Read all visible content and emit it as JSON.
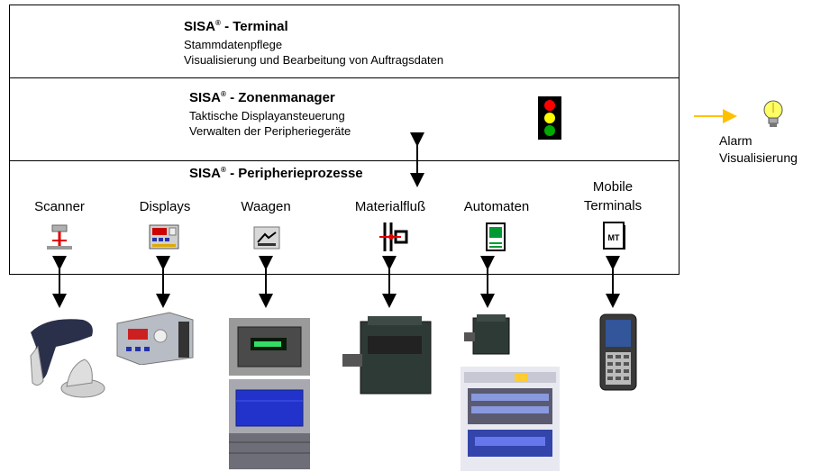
{
  "terminal": {
    "title": "SISA",
    "reg": "®",
    "suffix": " - Terminal",
    "lines": [
      "Stammdatenpflege",
      "Visualisierung und Bearbeitung von Auftragsdaten"
    ]
  },
  "zonen": {
    "title": "SISA",
    "reg": "®",
    "suffix": " -  Zonenmanager",
    "lines": [
      "Taktische Displayansteuerung",
      "Verwalten der Peripheriegeräte"
    ]
  },
  "peripherie": {
    "title": "SISA",
    "reg": "®",
    "suffix": " -  Peripherieprozesse"
  },
  "devices": [
    {
      "label": "Scanner",
      "icon": "scanner-icon"
    },
    {
      "label": "Displays",
      "icon": "display-icon"
    },
    {
      "label": "Waagen",
      "icon": "scale-icon"
    },
    {
      "label": "Materialfluß",
      "icon": "material-flow-icon"
    },
    {
      "label": "Automaten",
      "icon": "automat-icon"
    },
    {
      "label_line1": "Mobile",
      "label_line2": "Terminals",
      "icon": "mobile-terminal-icon",
      "icon_text": "MT"
    }
  ],
  "alarm": {
    "line1": "Alarm",
    "line2": "Visualisierung"
  },
  "colors": {
    "traffic_red": "#ff0000",
    "traffic_yellow": "#ffff00",
    "traffic_green": "#00aa00",
    "alarm_arrow": "#ffc000",
    "bulb": "#ffff66"
  }
}
